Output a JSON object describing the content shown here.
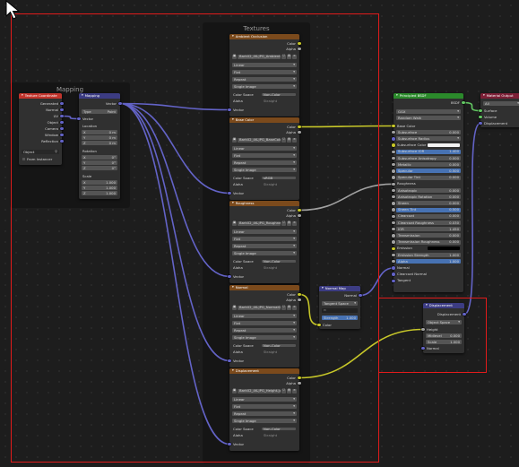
{
  "frames": {
    "mapping": "Mapping",
    "textures": "Textures"
  },
  "texcoord": {
    "title": "Texture Coordinate",
    "outputs": [
      "Generated",
      "Normal",
      "UV",
      "Object",
      "Camera",
      "Window",
      "Reflection"
    ],
    "object_label": "Object",
    "from_instancer": "From Instancer"
  },
  "mapping": {
    "title": "Mapping",
    "output": "Vector",
    "type_label": "Type",
    "type_value": "Point",
    "vector": "Vector",
    "location": "Location",
    "loc": [
      [
        "X",
        "0 m"
      ],
      [
        "Y",
        "0 m"
      ],
      [
        "Z",
        "0 m"
      ]
    ],
    "rotation": "Rotation",
    "rot": [
      [
        "X",
        "0°"
      ],
      [
        "Y",
        "0°"
      ],
      [
        "Z",
        "0°"
      ]
    ],
    "scale": "Scale",
    "scl": [
      [
        "X",
        "1.000"
      ],
      [
        "Y",
        "1.000"
      ],
      [
        "Z",
        "1.000"
      ]
    ]
  },
  "image_nodes": [
    {
      "title": "Ambient Occlusion",
      "image": "Bark02_4K-JPG_AmbientOcclusion.jpg",
      "interpolation": "Linear",
      "projection": "Flat",
      "extension": "Repeat",
      "source": "Single Image",
      "colorspace": "Non-Color",
      "alpha_value": "Straight"
    },
    {
      "title": "Base Color",
      "image": "Bark02_4K-JPG_BaseColor.jpg",
      "interpolation": "Linear",
      "projection": "Flat",
      "extension": "Repeat",
      "source": "Single Image",
      "colorspace": "sRGB",
      "alpha_value": "Straight"
    },
    {
      "title": "Roughness",
      "image": "Bark02_4K-JPG_Roughness.jpg",
      "interpolation": "Linear",
      "projection": "Flat",
      "extension": "Repeat",
      "source": "Single Image",
      "colorspace": "Non-Color",
      "alpha_value": "Straight"
    },
    {
      "title": "Normal",
      "image": "Bark02_4K-JPG_NormalGL.jpg",
      "interpolation": "Linear",
      "projection": "Flat",
      "extension": "Repeat",
      "source": "Single Image",
      "colorspace": "Non-Color",
      "alpha_value": "Straight"
    },
    {
      "title": "Displacement",
      "image": "Bark02_4K-JPG_Height.jpg",
      "interpolation": "Linear",
      "projection": "Flat",
      "extension": "Repeat",
      "source": "Single Image",
      "colorspace": "Non-Color",
      "alpha_value": "Straight"
    }
  ],
  "image_common": {
    "color": "Color",
    "alpha": "Alpha",
    "colorspace_label": "Color Space",
    "alpha_label": "Alpha",
    "vector": "Vector"
  },
  "normal_map": {
    "title": "Normal Map",
    "output": "Normal",
    "space": "Tangent Space",
    "strength_label": "Strength",
    "strength_value": "1.000",
    "color": "Color"
  },
  "bsdf": {
    "title": "Principled BSDF",
    "output": "BSDF",
    "distribution": "GGX",
    "subsurface_method": "Random Walk",
    "rows": [
      [
        "Base Color",
        ""
      ],
      [
        "Subsurface",
        "0.000"
      ],
      [
        "Subsurface Radius",
        ""
      ],
      [
        "Subsurface Color",
        ""
      ],
      [
        "Subsurface IOR",
        "1.400"
      ],
      [
        "Subsurface Anisotropy",
        "0.000"
      ],
      [
        "Metallic",
        "0.000"
      ],
      [
        "Specular",
        "0.500"
      ],
      [
        "Specular Tint",
        "0.000"
      ],
      [
        "Roughness",
        ""
      ],
      [
        "Anisotropic",
        "0.000"
      ],
      [
        "Anisotropic Rotation",
        "0.000"
      ],
      [
        "Sheen",
        "0.000"
      ],
      [
        "Sheen Tint",
        "0.500"
      ],
      [
        "Clearcoat",
        "0.000"
      ],
      [
        "Clearcoat Roughness",
        "0.030"
      ],
      [
        "IOR",
        "1.450"
      ],
      [
        "Transmission",
        "0.000"
      ],
      [
        "Transmission Roughness",
        "0.000"
      ],
      [
        "Emission",
        ""
      ],
      [
        "Emission Strength",
        "1.000"
      ],
      [
        "Alpha",
        "1.000"
      ],
      [
        "Normal",
        ""
      ],
      [
        "Clearcoat Normal",
        ""
      ],
      [
        "Tangent",
        ""
      ]
    ]
  },
  "material_output": {
    "title": "Material Output",
    "target": "All",
    "inputs": [
      "Surface",
      "Volume",
      "Displacement"
    ]
  },
  "displacement": {
    "title": "Displacement",
    "output": "Displacement",
    "space": "Object Space",
    "height": "Height",
    "midlevel_label": "Midlevel",
    "midlevel_value": "0.000",
    "scale_label": "Scale",
    "scale_value": "1.000",
    "normal": "Normal"
  },
  "colors": {
    "texture_header": "#7b4a1c",
    "input_header": "#c1342c",
    "vector_header": "#3c3c83",
    "shader_header": "#2b8a2b",
    "output_header": "#7c1f36",
    "socket_color": "#c7c729",
    "socket_float": "#a1a1a1",
    "socket_vector": "#6363c7",
    "socket_shader": "#63c763",
    "selection_box": "#e11b1b"
  }
}
